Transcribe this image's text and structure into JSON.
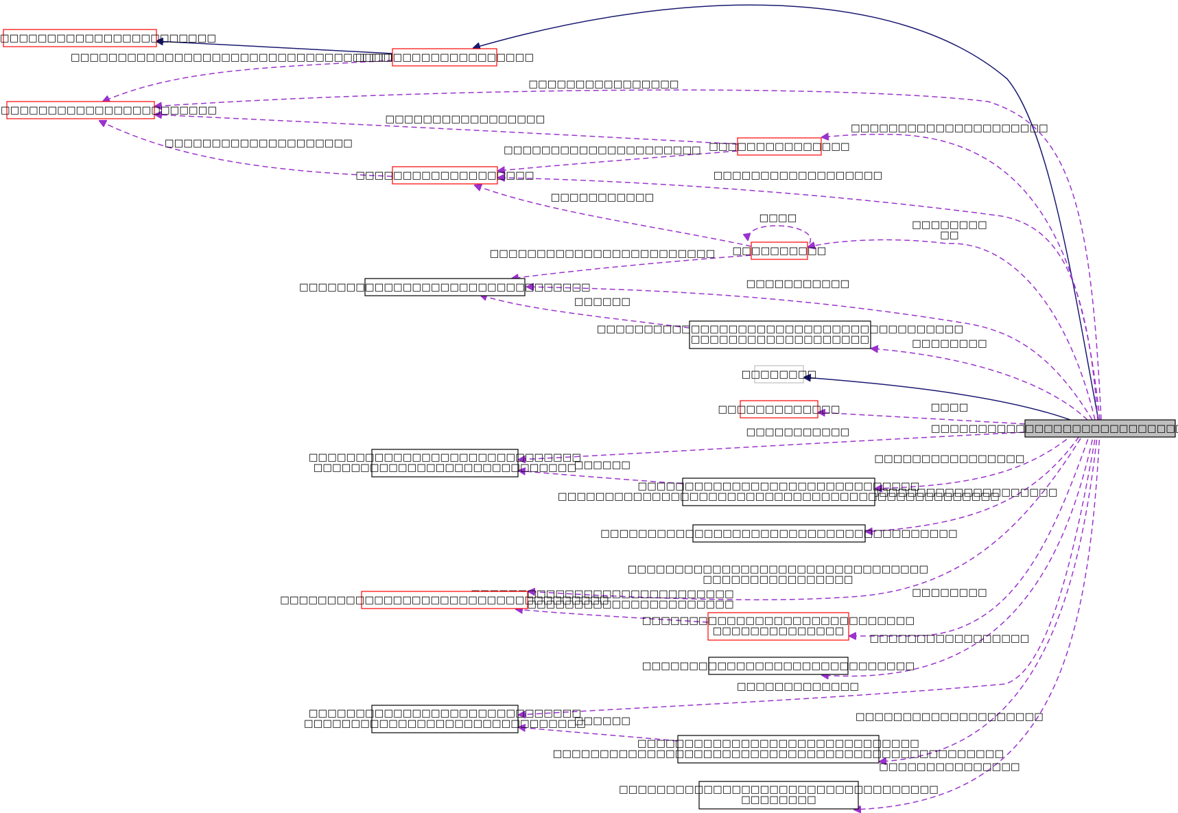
{
  "colors": {
    "solid_edge": "#191970",
    "dashed_edge": "#9a32cd",
    "red_border": "#ff0000",
    "black_border": "#000000",
    "gray_border": "#bfbfbf",
    "root_fill": "#bfbfbf"
  },
  "nodes": {
    "n1": {
      "lines": [
        "□□□□□□□□□□□□□□□□□□□□□□□□□□□□□"
      ],
      "border": "red"
    },
    "n2": {
      "lines": [
        "□□□□□□□□□□□□□□□□□□□"
      ],
      "border": "red"
    },
    "n3": {
      "lines": [
        "□□□□□□□□□□□□□□□□□□□□□□□□□□□□□"
      ],
      "border": "red"
    },
    "n4": {
      "lines": [
        "□□□□□□□□□□□□□□□"
      ],
      "border": "red"
    },
    "n5": {
      "lines": [
        "□□□□□□□□□□□□□□□□□□□"
      ],
      "border": "red"
    },
    "n6": {
      "lines": [
        "□□□□□□□□□□"
      ],
      "border": "red"
    },
    "n7": {
      "lines": [
        "□□□□□□□□□□□□□□□□□□□□□□□□□□□□□□□"
      ],
      "border": "black"
    },
    "n8": {
      "lines": [
        "□□□□□□□□□□□□□□□□□□□□□□□□□□□□□□□□□□□□□□□",
        "□□□□□□□□□□□□□□□□□□□"
      ],
      "border": "black"
    },
    "n9": {
      "lines": [
        "□□□□□□□□"
      ],
      "border": "gray"
    },
    "n10": {
      "lines": [
        "□□□□□□□□□□□□□"
      ],
      "border": "red"
    },
    "n11": {
      "lines": [
        "□□□□□□□□□□□□□□□□□□□□□□□□□□□□□",
        "□□□□□□□□□□□□□□□□□□□□□□□□□□□□"
      ],
      "border": "black"
    },
    "n12": {
      "lines": [
        "□□□□□□□□□□□□□□□□□□□□□□□□□□□□□□",
        "□□□□□□□□□□□□□□□□□□□□□□□□□□□□□□□□□□□□□□□□□□□□□□□"
      ],
      "border": "black"
    },
    "n13": {
      "lines": [
        "□□□□□□□□□□□□□□□□□□□□□□□□□□□□□□□□□□□□□□"
      ],
      "border": "black"
    },
    "n14": {
      "lines": [
        "□□□□□□□□□□□□□□□□□□□□□□□□□□□□□□□□□□□"
      ],
      "border": "red"
    },
    "n15": {
      "lines": [
        "□□□□□□□□□□□□□□□□□□□□□□□□□□□□□",
        "□□□□□□□□□□□□□□"
      ],
      "border": "red"
    },
    "n16": {
      "lines": [
        "□□□□□□□□□□□□□□□□□□□□□□□□□□□□□"
      ],
      "border": "black"
    },
    "n17": {
      "lines": [
        "□□□□□□□□□□□□□□□□□□□□□□□□□□□□□",
        "□□□□□□□□□□□□□□□□□□□□□□□□□□□□□□"
      ],
      "border": "black"
    },
    "n18": {
      "lines": [
        "□□□□□□□□□□□□□□□□□□□□□□□□□□□□□□",
        "□□□□□□□□□□□□□□□□□□□□□□□□□□□□□□□□□□□□□□□□□□□□□□□□"
      ],
      "border": "black"
    },
    "n19": {
      "lines": [
        "□□□□□□□□□□□□□□□□□□□□□□□□□□□□□□□□□□",
        "□□□□□□□□"
      ],
      "border": "black"
    },
    "root": {
      "lines": [
        "□□□□□□□□□□□□□□□□□□□□□□□□□□□□□□□□□□□□"
      ],
      "border": "black",
      "filled": true
    }
  },
  "edge_labels": {
    "e_n2_n1": [
      "□□□□□□□□□□□□□□□□□□□□□□□□□□□□□□□□□□□□□□□□"
    ],
    "e_root_n3": [
      "□□□□□□□□□□□□□□□□"
    ],
    "e_n4_n3": [
      "□□□□□□□□□□□□□□□□□"
    ],
    "e_n5_n3": [
      "□□□□□□□□□□□□□□□□□□□□"
    ],
    "e_root_n4": [
      "□□□□□□□□□□□□□□□□□□□□□"
    ],
    "e_n4_n5": [
      "□□□□□□□□□□□□□□□□□□□□□"
    ],
    "e_root_n5": [
      "□□□□□□□□□□□□□□□□□□"
    ],
    "e_n6_n5": [
      "□□□□□□□□□□□"
    ],
    "e_n6_self": [
      "□□□□"
    ],
    "e_root_n6": [
      "□□□□□□□□",
      "□□"
    ],
    "e_n6_n7": [
      "□□□□□□□□□□□□□□□□□□□□□□□□"
    ],
    "e_root_n7": [
      "□□□□□□□□□□□"
    ],
    "e_n8_n7": [
      "□□□□□□"
    ],
    "e_root_n8": [
      "□□□□□□□□"
    ],
    "e_root_n10": [
      "□□□□"
    ],
    "e_root_n11": [
      "□□□□□□□□□□□"
    ],
    "e_n12_n11": [
      "□□□□□□"
    ],
    "e_root_n12": [
      "□□□□□□□□□□□□□□□□"
    ],
    "e_root_n13": [
      "□□□□□□□□□□□□□□□□□□□□□□□"
    ],
    "e_root_n14": [
      "□□□□□□□□□□□□□□□□□□□□□□□□□□□□□□□□",
      "□□□□□□□□□□□□□□□□"
    ],
    "e_n15_n14": [
      "□□□□□□□□□□□□□□□□□□□□□□□□□□□□",
      "□□□□□□□□□□□□□□□□□□□□□□□□□□□□"
    ],
    "e_root_n15": [
      "□□□□□□□□"
    ],
    "e_root_n16": [
      "□□□□□□□□□□□□□□□□□"
    ],
    "e_root_n17": [
      "□□□□□□□□□□□□□"
    ],
    "e_n18_n17": [
      "□□□□□□"
    ],
    "e_root_n18": [
      "□□□□□□□□□□□□□□□□□□□□"
    ],
    "e_root_n19": [
      "□□□□□□□□□□□□□□□"
    ]
  }
}
